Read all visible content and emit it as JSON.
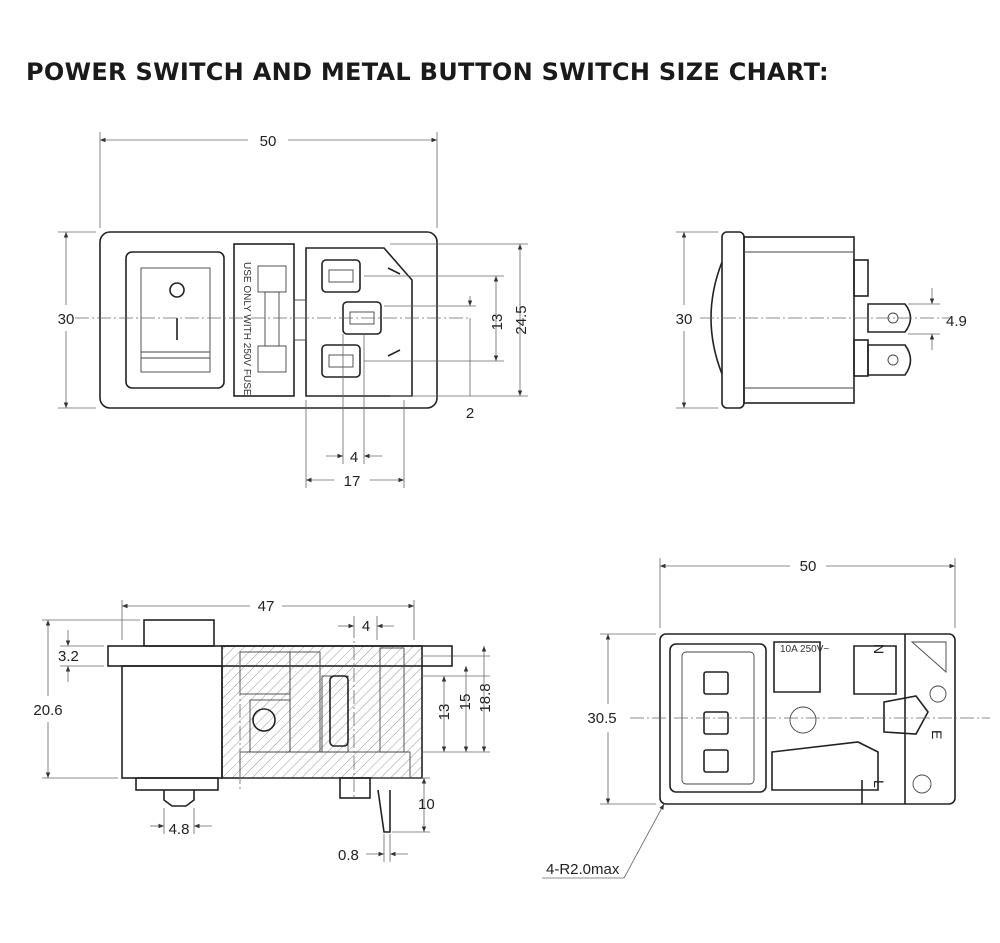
{
  "title": "POWER SWITCH AND METAL BUTTON SWITCH SIZE CHART:",
  "front_view": {
    "width": "50",
    "height": "30",
    "pin_pitch": "13",
    "socket_height": "24.5",
    "offset": "2",
    "pin_width": "4",
    "socket_width": "17",
    "fuse_label": "USE ONLY WITH 250V FUSE",
    "switch_on_symbol": "I",
    "switch_off_symbol": "O"
  },
  "side_view": {
    "height": "30",
    "terminal_width": "4.9"
  },
  "section_view": {
    "width": "47",
    "flange": "3.2",
    "height": "20.6",
    "pin_offset": "4",
    "dim_13": "13",
    "dim_15": "15",
    "dim_18_8": "18.8",
    "terminal_length": "10",
    "button": "4.8",
    "terminal_thickness": "0.8"
  },
  "rear_view": {
    "width": "50",
    "height": "30.5",
    "corner_radius": "4-R2.0max",
    "rating_label": "10A 250V~",
    "label_n": "N",
    "label_e": "E",
    "label_l": "L"
  }
}
